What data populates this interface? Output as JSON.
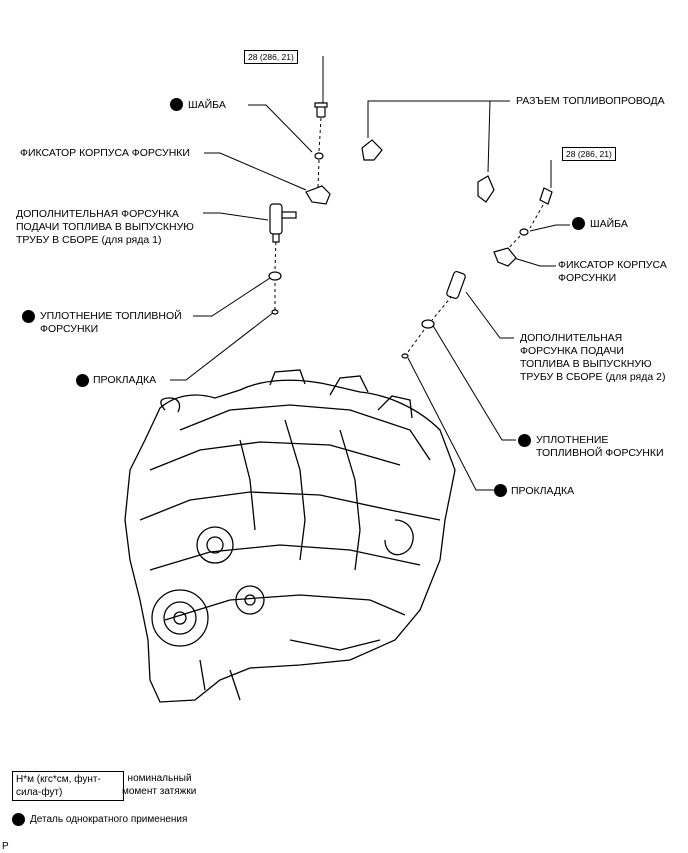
{
  "torque": {
    "left": "28 (286, 21)",
    "right": "28 (286, 21)"
  },
  "labels": {
    "washer_left": "ШАЙБА",
    "clamp_left": "ФИКСАТОР КОРПУСА ФОРСУНКИ",
    "injector_left": "ДОПОЛНИТЕЛЬНАЯ ФОРСУНКА\nПОДАЧИ ТОПЛИВА В ВЫПУСКНУЮ\nТРУБУ В СБОРЕ (для ряда 1)",
    "seal_left": "УПЛОТНЕНИЕ ТОПЛИВНОЙ\nФОРСУНКИ",
    "gasket_left": "ПРОКЛАДКА",
    "fuel_connector": "РАЗЪЕМ ТОПЛИВОПРОВОДА",
    "washer_right": "ШАЙБА",
    "clamp_right": "ФИКСАТОР КОРПУСА\nФОРСУНКИ",
    "injector_right": "ДОПОЛНИТЕЛЬНАЯ\nФОРСУНКА ПОДАЧИ\nТОПЛИВА В ВЫПУСКНУЮ\nТРУБУ В СБОРЕ (для ряда 2)",
    "seal_right": "УПЛОТНЕНИЕ\nТОПЛИВНОЙ ФОРСУНКИ",
    "gasket_right": "ПРОКЛАДКА"
  },
  "legend": {
    "torque_units": "Н*м (кгс*см, фунт-\nсила-фут)",
    "torque_desc": ": номинальный\nмомент затяжки",
    "single_use": "Деталь однократного применения"
  },
  "footer": {
    "code": "P"
  }
}
